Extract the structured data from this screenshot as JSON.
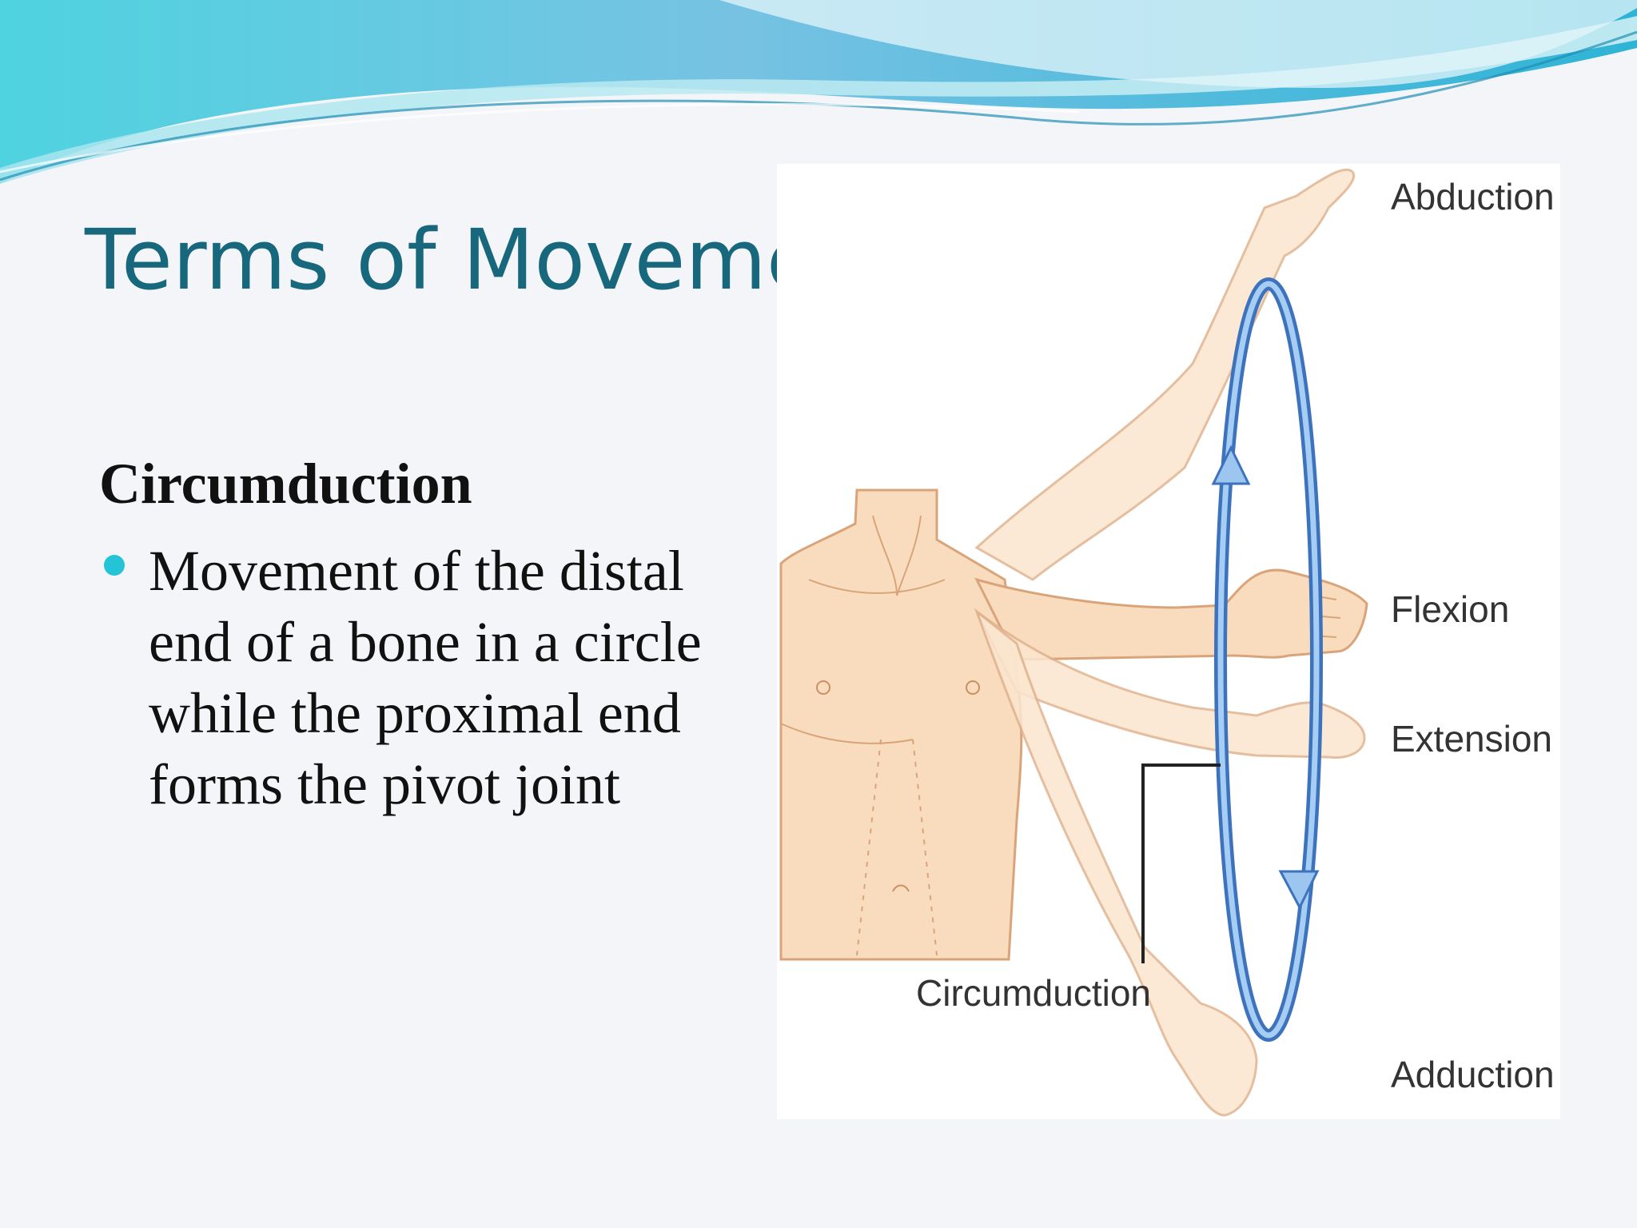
{
  "slide": {
    "title": "Terms of Movement",
    "subtitle": "Circumduction",
    "bullet_text": "Movement of the distal end of a bone in a circle while the proximal end forms the pivot joint"
  },
  "figure": {
    "labels": {
      "abduction": "Abduction",
      "flexion": "Flexion",
      "extension": "Extension",
      "adduction": "Adduction",
      "circumduction": "Circumduction"
    }
  },
  "colors": {
    "title": "#17677d",
    "bullet": "#25c3d6",
    "skin": "#f9dcbd",
    "skin_outline": "#d9a47a",
    "circle": "#4f86cf"
  }
}
